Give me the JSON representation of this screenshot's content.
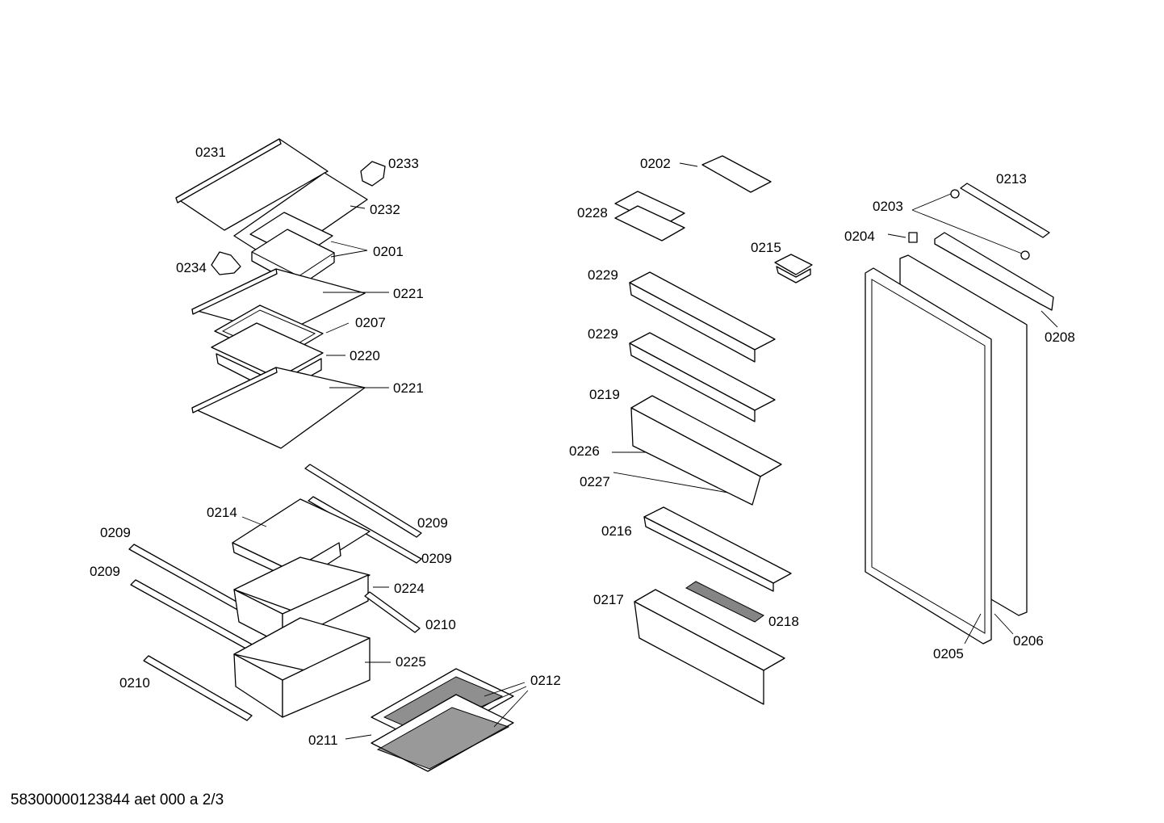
{
  "diagram": {
    "footer": "58300000123844 aet 000 a 2/3",
    "labels": {
      "p0231": "0231",
      "p0233": "0233",
      "p0232": "0232",
      "p0201": "0201",
      "p0234": "0234",
      "p0221a": "0221",
      "p0207": "0207",
      "p0220": "0220",
      "p0221b": "0221",
      "p0214": "0214",
      "p0209a": "0209",
      "p0209b": "0209",
      "p0209c": "0209",
      "p0209d": "0209",
      "p0224": "0224",
      "p0210a": "0210",
      "p0225": "0225",
      "p0210b": "0210",
      "p0212": "0212",
      "p0211": "0211",
      "p0202": "0202",
      "p0228": "0228",
      "p0215": "0215",
      "p0229a": "0229",
      "p0229b": "0229",
      "p0219": "0219",
      "p0226": "0226",
      "p0227": "0227",
      "p0216": "0216",
      "p0217": "0217",
      "p0218": "0218",
      "p0213": "0213",
      "p0203": "0203",
      "p0204": "0204",
      "p0208": "0208",
      "p0205": "0205",
      "p0206": "0206"
    }
  }
}
